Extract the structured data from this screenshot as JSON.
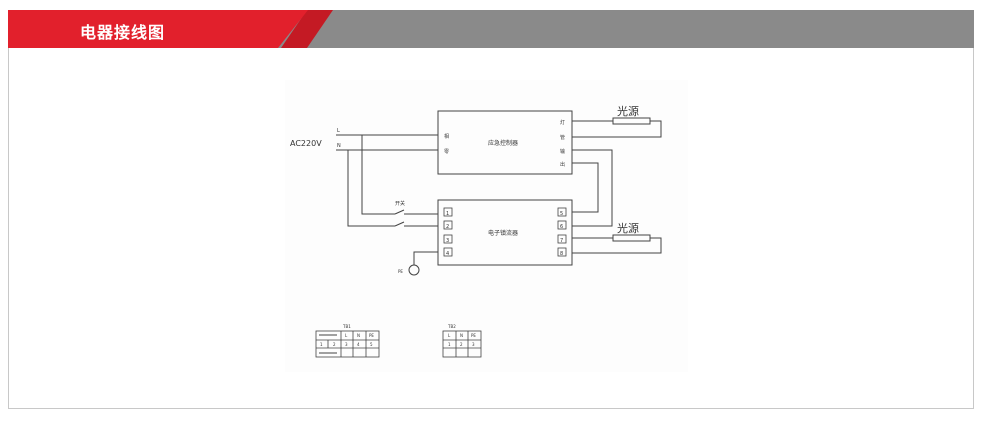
{
  "header": {
    "title": "电器接线图"
  },
  "diagram": {
    "power_label": "AC220V",
    "l_mark": "L",
    "n_mark": "N",
    "controller": {
      "name": "应急控制器",
      "left_1": "相",
      "left_2": "零",
      "right_1": "灯",
      "right_2": "管",
      "right_3": "输",
      "right_4": "出"
    },
    "ballast": {
      "name": "电子镇流器",
      "left": [
        "1",
        "2",
        "3",
        "4"
      ],
      "right": [
        "5",
        "6",
        "7",
        "8"
      ]
    },
    "switch_label": "开关",
    "pe_label": "PE",
    "light_1": "光源",
    "light_2": "光源",
    "tb1": {
      "title": "TB1",
      "row1": [
        "L",
        "N",
        "PE"
      ],
      "row2": [
        "1",
        "2",
        "3",
        "4",
        "5"
      ]
    },
    "tb2": {
      "title": "TB2",
      "row1": [
        "L",
        "N",
        "PE"
      ],
      "row2": [
        "1",
        "2",
        "3"
      ]
    }
  }
}
